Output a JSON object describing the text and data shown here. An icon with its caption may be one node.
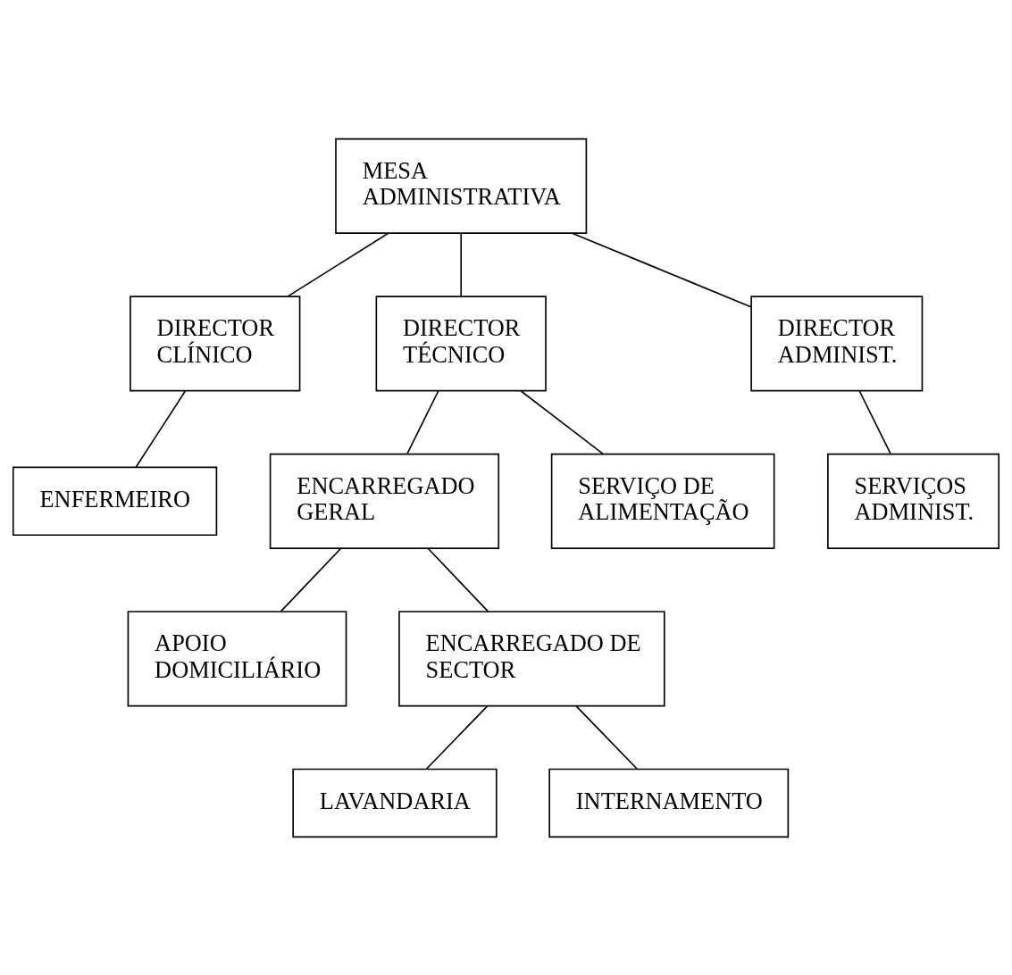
{
  "diagram": {
    "nodes": [
      {
        "text": [
          "MESA ADMINISTRATIVA"
        ]
      },
      {
        "text": [
          "DIRECTOR CLÍNICO"
        ]
      },
      {
        "text": [
          "DIRECTOR TÉCNICO"
        ]
      },
      {
        "text": [
          "DIRECTOR ADMINIST."
        ]
      },
      {
        "text": [
          "ENFERMEIRO"
        ]
      },
      {
        "text": [
          "ENCARREGADO GERAL"
        ]
      },
      {
        "text": [
          "SERVIÇOS ADMINIST."
        ]
      },
      {
        "text": [
          "APOIO DOMICILIÁRIO"
        ]
      },
      {
        "text": [
          "ENCARREGADO DE SECTOR"
        ]
      },
      {
        "text": [
          "LAVANDARIA"
        ]
      },
      {
        "text": [
          "INTERNAMENTO"
        ]
      },
      {
        "text": [
          "SERVIÇO DE ALIMENTAÇÃO"
        ]
      }
    ],
    "edges": [
      {
        "from": 0,
        "to": 1,
        "arrow": "none"
      },
      {
        "from": 0,
        "to": 2,
        "arrow": "none"
      },
      {
        "from": 0,
        "to": 3,
        "arrow": "none"
      },
      {
        "from": 1,
        "to": 4,
        "arrow": "none"
      },
      {
        "from": 2,
        "to": 5,
        "arrow": "none"
      },
      {
        "from": 2,
        "to": 11,
        "arrow": "none"
      },
      {
        "from": 3,
        "to": 6,
        "arrow": "none"
      },
      {
        "from": 5,
        "to": 7,
        "arrow": "none"
      },
      {
        "from": 5,
        "to": 8,
        "arrow": "none"
      },
      {
        "from": 8,
        "to": 9,
        "arrow": "none"
      },
      {
        "from": 8,
        "to": 10,
        "arrow": "none"
      }
    ]
  }
}
